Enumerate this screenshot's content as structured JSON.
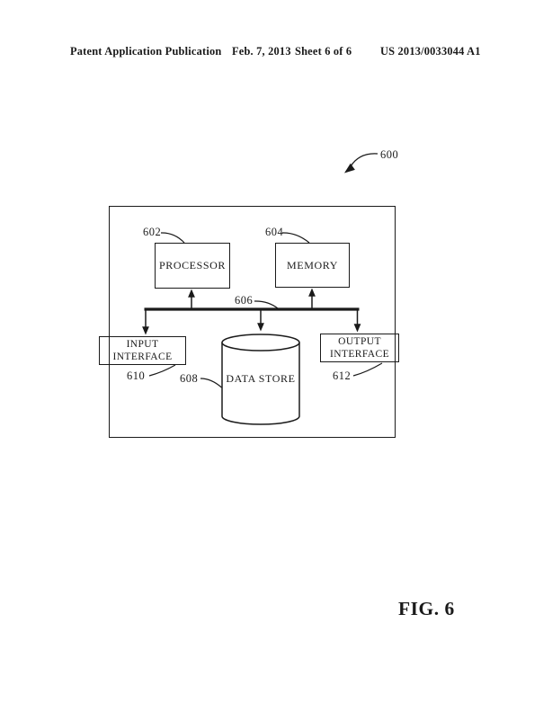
{
  "header": {
    "publication": "Patent Application Publication",
    "date": "Feb. 7, 2013",
    "sheet": "Sheet 6 of 6",
    "patent_number": "US 2013/0033044 A1"
  },
  "figure": {
    "label": "FIG. 6",
    "ref": "600"
  },
  "diagram": {
    "processor": {
      "label": "PROCESSOR",
      "ref": "602"
    },
    "memory": {
      "label": "MEMORY",
      "ref": "604"
    },
    "bus": {
      "ref": "606"
    },
    "data_store": {
      "label": "DATA STORE",
      "ref": "608"
    },
    "input_interface": {
      "line1": "INPUT",
      "line2": "INTERFACE",
      "ref": "610"
    },
    "output_interface": {
      "line1": "OUTPUT",
      "line2": "INTERFACE",
      "ref": "612"
    }
  },
  "colors": {
    "ink": "#1a1a1a",
    "paper": "#ffffff"
  }
}
